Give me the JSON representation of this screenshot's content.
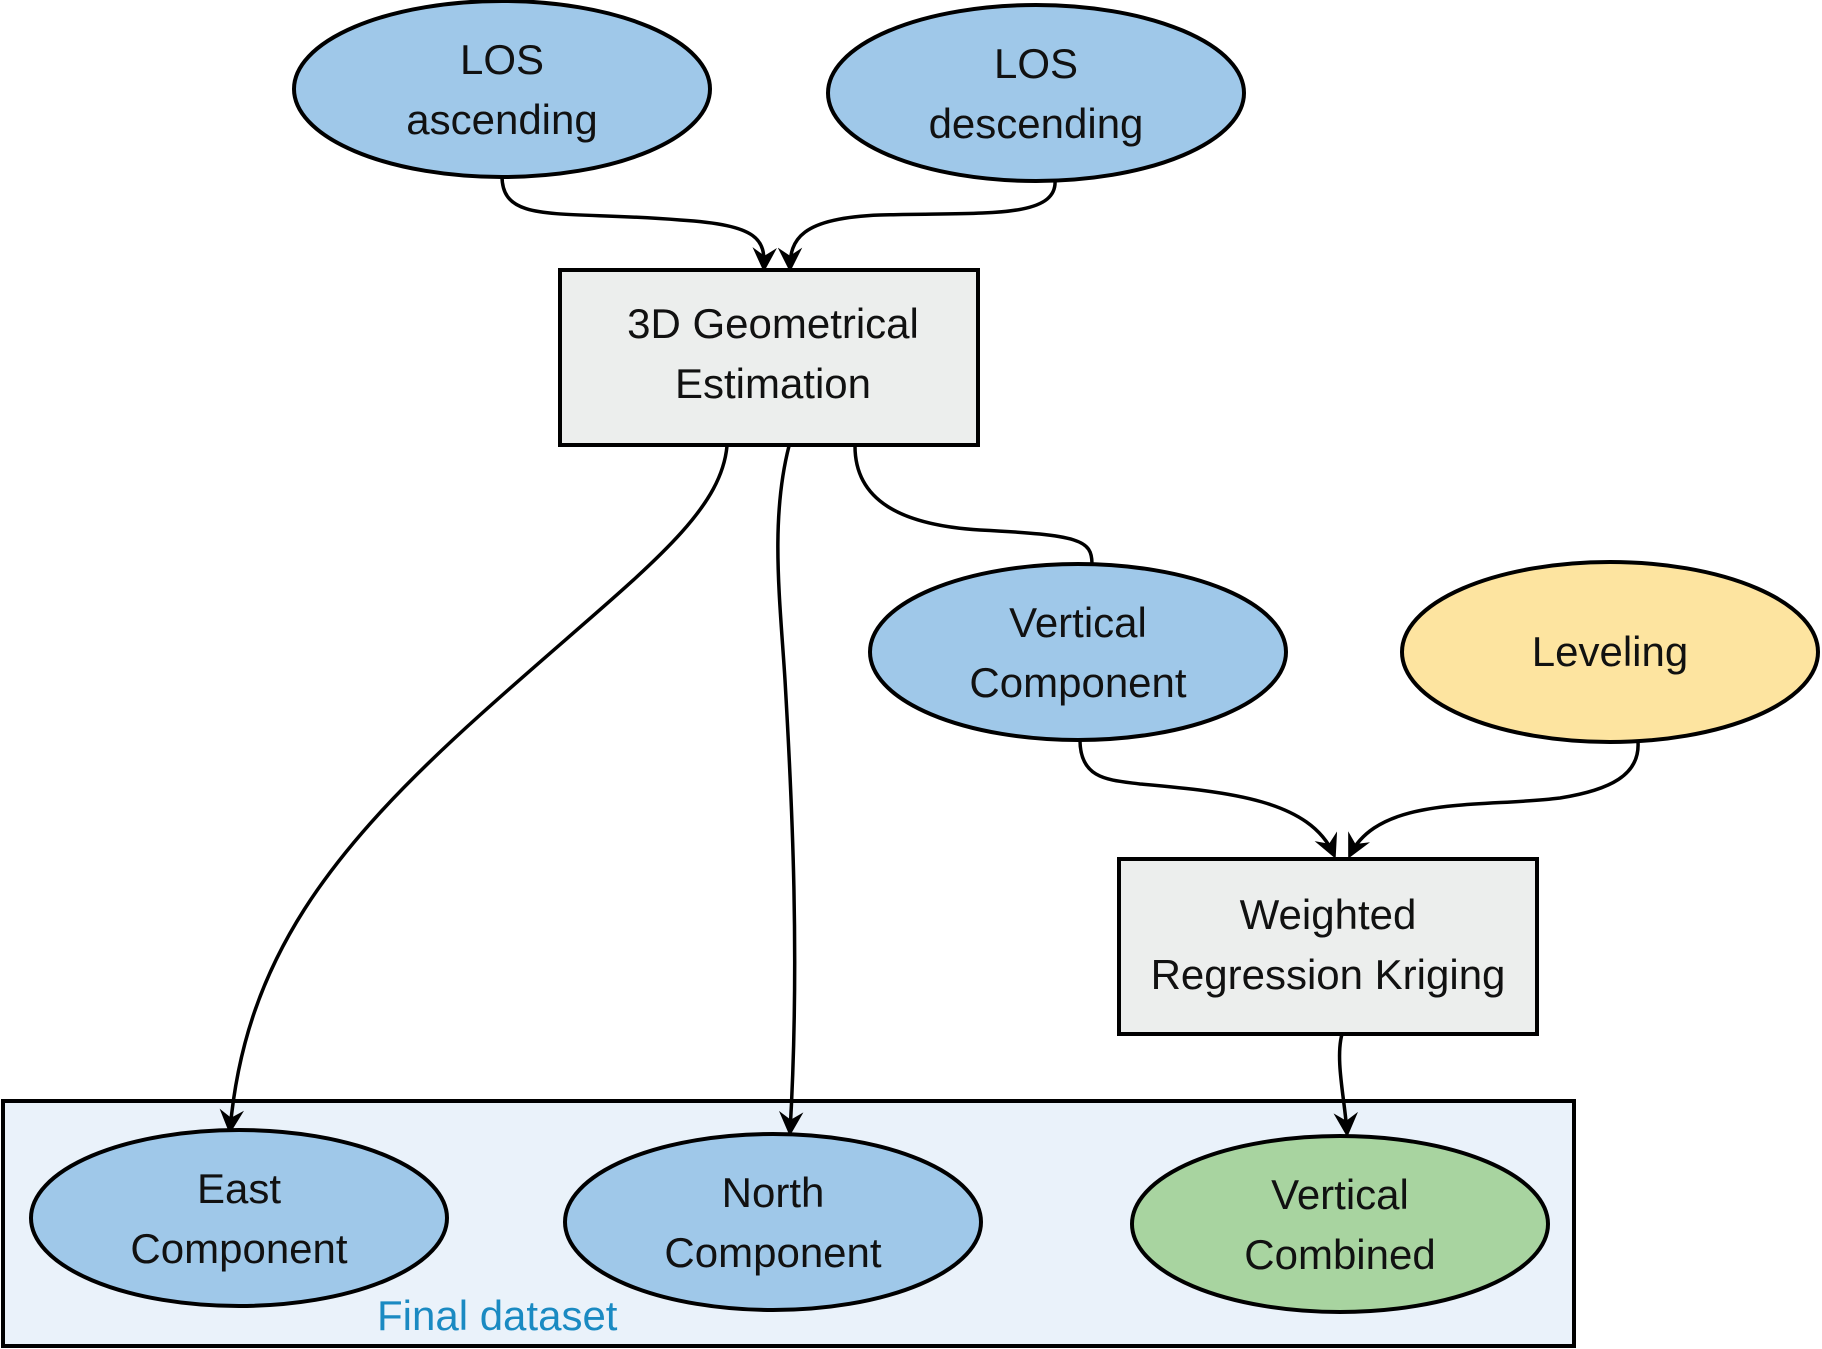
{
  "colors": {
    "input_blue": "#9fc8e9",
    "leveling_yellow": "#fde4a0",
    "process_gray": "#eceeed",
    "result_green": "#a8d4a0",
    "group_bg": "#eaf2fa",
    "group_label": "#1a8ac2"
  },
  "nodes": {
    "los_asc": {
      "line1": "LOS",
      "line2": "ascending"
    },
    "los_desc": {
      "line1": "LOS",
      "line2": "descending"
    },
    "geom": {
      "line1": "3D Geometrical",
      "line2": "Estimation"
    },
    "vert": {
      "line1": "Vertical",
      "line2": "Component"
    },
    "leveling": {
      "line1": "Leveling"
    },
    "wrk": {
      "line1": "Weighted",
      "line2": "Regression Kriging"
    },
    "east": {
      "line1": "East",
      "line2": "Component"
    },
    "north": {
      "line1": "North",
      "line2": "Component"
    },
    "vcomb": {
      "line1": "Vertical",
      "line2": "Combined"
    }
  },
  "group": {
    "label": "Final dataset"
  },
  "edges": [
    {
      "from": "LOS ascending",
      "to": "3D Geometrical Estimation"
    },
    {
      "from": "LOS descending",
      "to": "3D Geometrical Estimation"
    },
    {
      "from": "3D Geometrical Estimation",
      "to": "East Component"
    },
    {
      "from": "3D Geometrical Estimation",
      "to": "North Component"
    },
    {
      "from": "3D Geometrical Estimation",
      "to": "Vertical Component"
    },
    {
      "from": "Vertical Component",
      "to": "Weighted Regression Kriging"
    },
    {
      "from": "Leveling",
      "to": "Weighted Regression Kriging"
    },
    {
      "from": "Weighted Regression Kriging",
      "to": "Vertical Combined"
    }
  ]
}
